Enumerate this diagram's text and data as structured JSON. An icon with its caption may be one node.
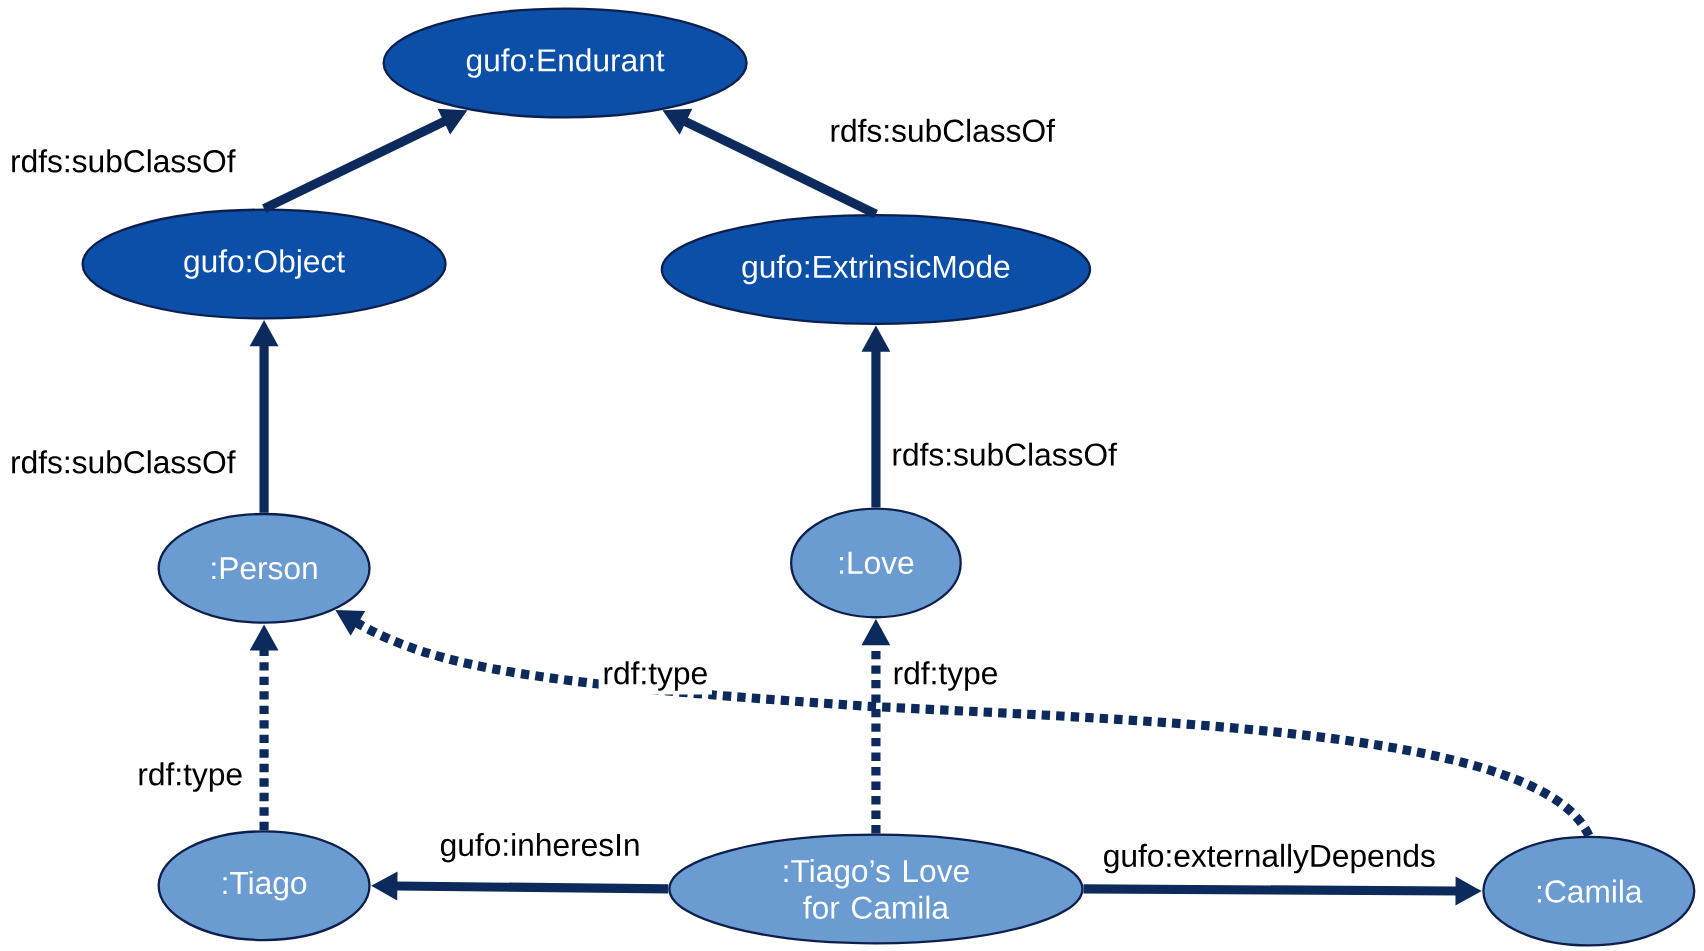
{
  "diagram": {
    "nodes": [
      {
        "text": [
          "gufo:Endurant"
        ]
      },
      {
        "text": [
          "gufo:Object"
        ]
      },
      {
        "text": [
          "gufo:ExtrinsicMode"
        ]
      },
      {
        "text": [
          ":Person"
        ]
      },
      {
        "text": [
          ":Love"
        ]
      },
      {
        "text": [
          ":Tiago"
        ]
      },
      {
        "text": [
          ":Tiago’s Love for Camila"
        ]
      },
      {
        "text": [
          ":Camila"
        ]
      }
    ],
    "edges": [
      {
        "from": 1,
        "to": 0,
        "arrow": "to",
        "label": "rdfs:subClassOf"
      },
      {
        "from": 2,
        "to": 0,
        "arrow": "to",
        "label": "rdfs:subClassOf"
      },
      {
        "from": 3,
        "to": 1,
        "arrow": "to",
        "label": "rdfs:subClassOf"
      },
      {
        "from": 4,
        "to": 2,
        "arrow": "to",
        "label": "rdfs:subClassOf"
      },
      {
        "from": 5,
        "to": 3,
        "arrow": "to",
        "label": "rdf:type",
        "style": "dashed"
      },
      {
        "from": 6,
        "to": 4,
        "arrow": "to",
        "label": "rdf:type",
        "style": "dashed"
      },
      {
        "from": 7,
        "to": 3,
        "arrow": "to",
        "label": "rdf:type",
        "style": "dashed"
      },
      {
        "from": 6,
        "to": 5,
        "arrow": "to",
        "label": "gufo:inheresIn"
      },
      {
        "from": 6,
        "to": 7,
        "arrow": "to",
        "label": "gufo:externallyDepends"
      }
    ]
  }
}
